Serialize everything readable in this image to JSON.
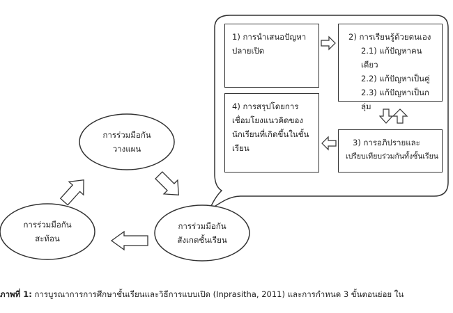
{
  "step1": {
    "lines": [
      "1) การนำเสนอปัญหา",
      "ปลายเปิด"
    ]
  },
  "step2": {
    "lines": [
      "2) การเรียนรู้ด้วยตนเอง",
      "2.1) แก้ปัญหาคนเดียว",
      "2.2) แก้ปัญหาเป็นคู่",
      "2.3) แก้ปัญหาเป็นกลุ่ม"
    ]
  },
  "step3": {
    "lines": [
      "3) การอภิปรายและ",
      "เปรียบเทียบร่วมกันทั้งชั้นเรียน"
    ]
  },
  "step4": {
    "lines": [
      "4) การสรุปโดยการ",
      "เชื่อมโยงแนวคิดของ",
      "นักเรียนที่เกิดขึ้นในชั้น",
      "เรียน"
    ]
  },
  "cycle": {
    "plan": [
      "การร่วมมือกัน",
      "วางแผน"
    ],
    "observe": [
      "การร่วมมือกัน",
      "สังเกตชั้นเรียน"
    ],
    "reflect": [
      "การร่วมมือกัน",
      "สะท้อน"
    ]
  },
  "caption": {
    "label": "ภาพที่ 1:",
    "text": "การบูรณาการการศึกษาชั้นเรียนและวิธีการแบบเปิด (Inprasitha, 2011) และการกำหนด 3 ขั้นตอนย่อย ใน"
  }
}
